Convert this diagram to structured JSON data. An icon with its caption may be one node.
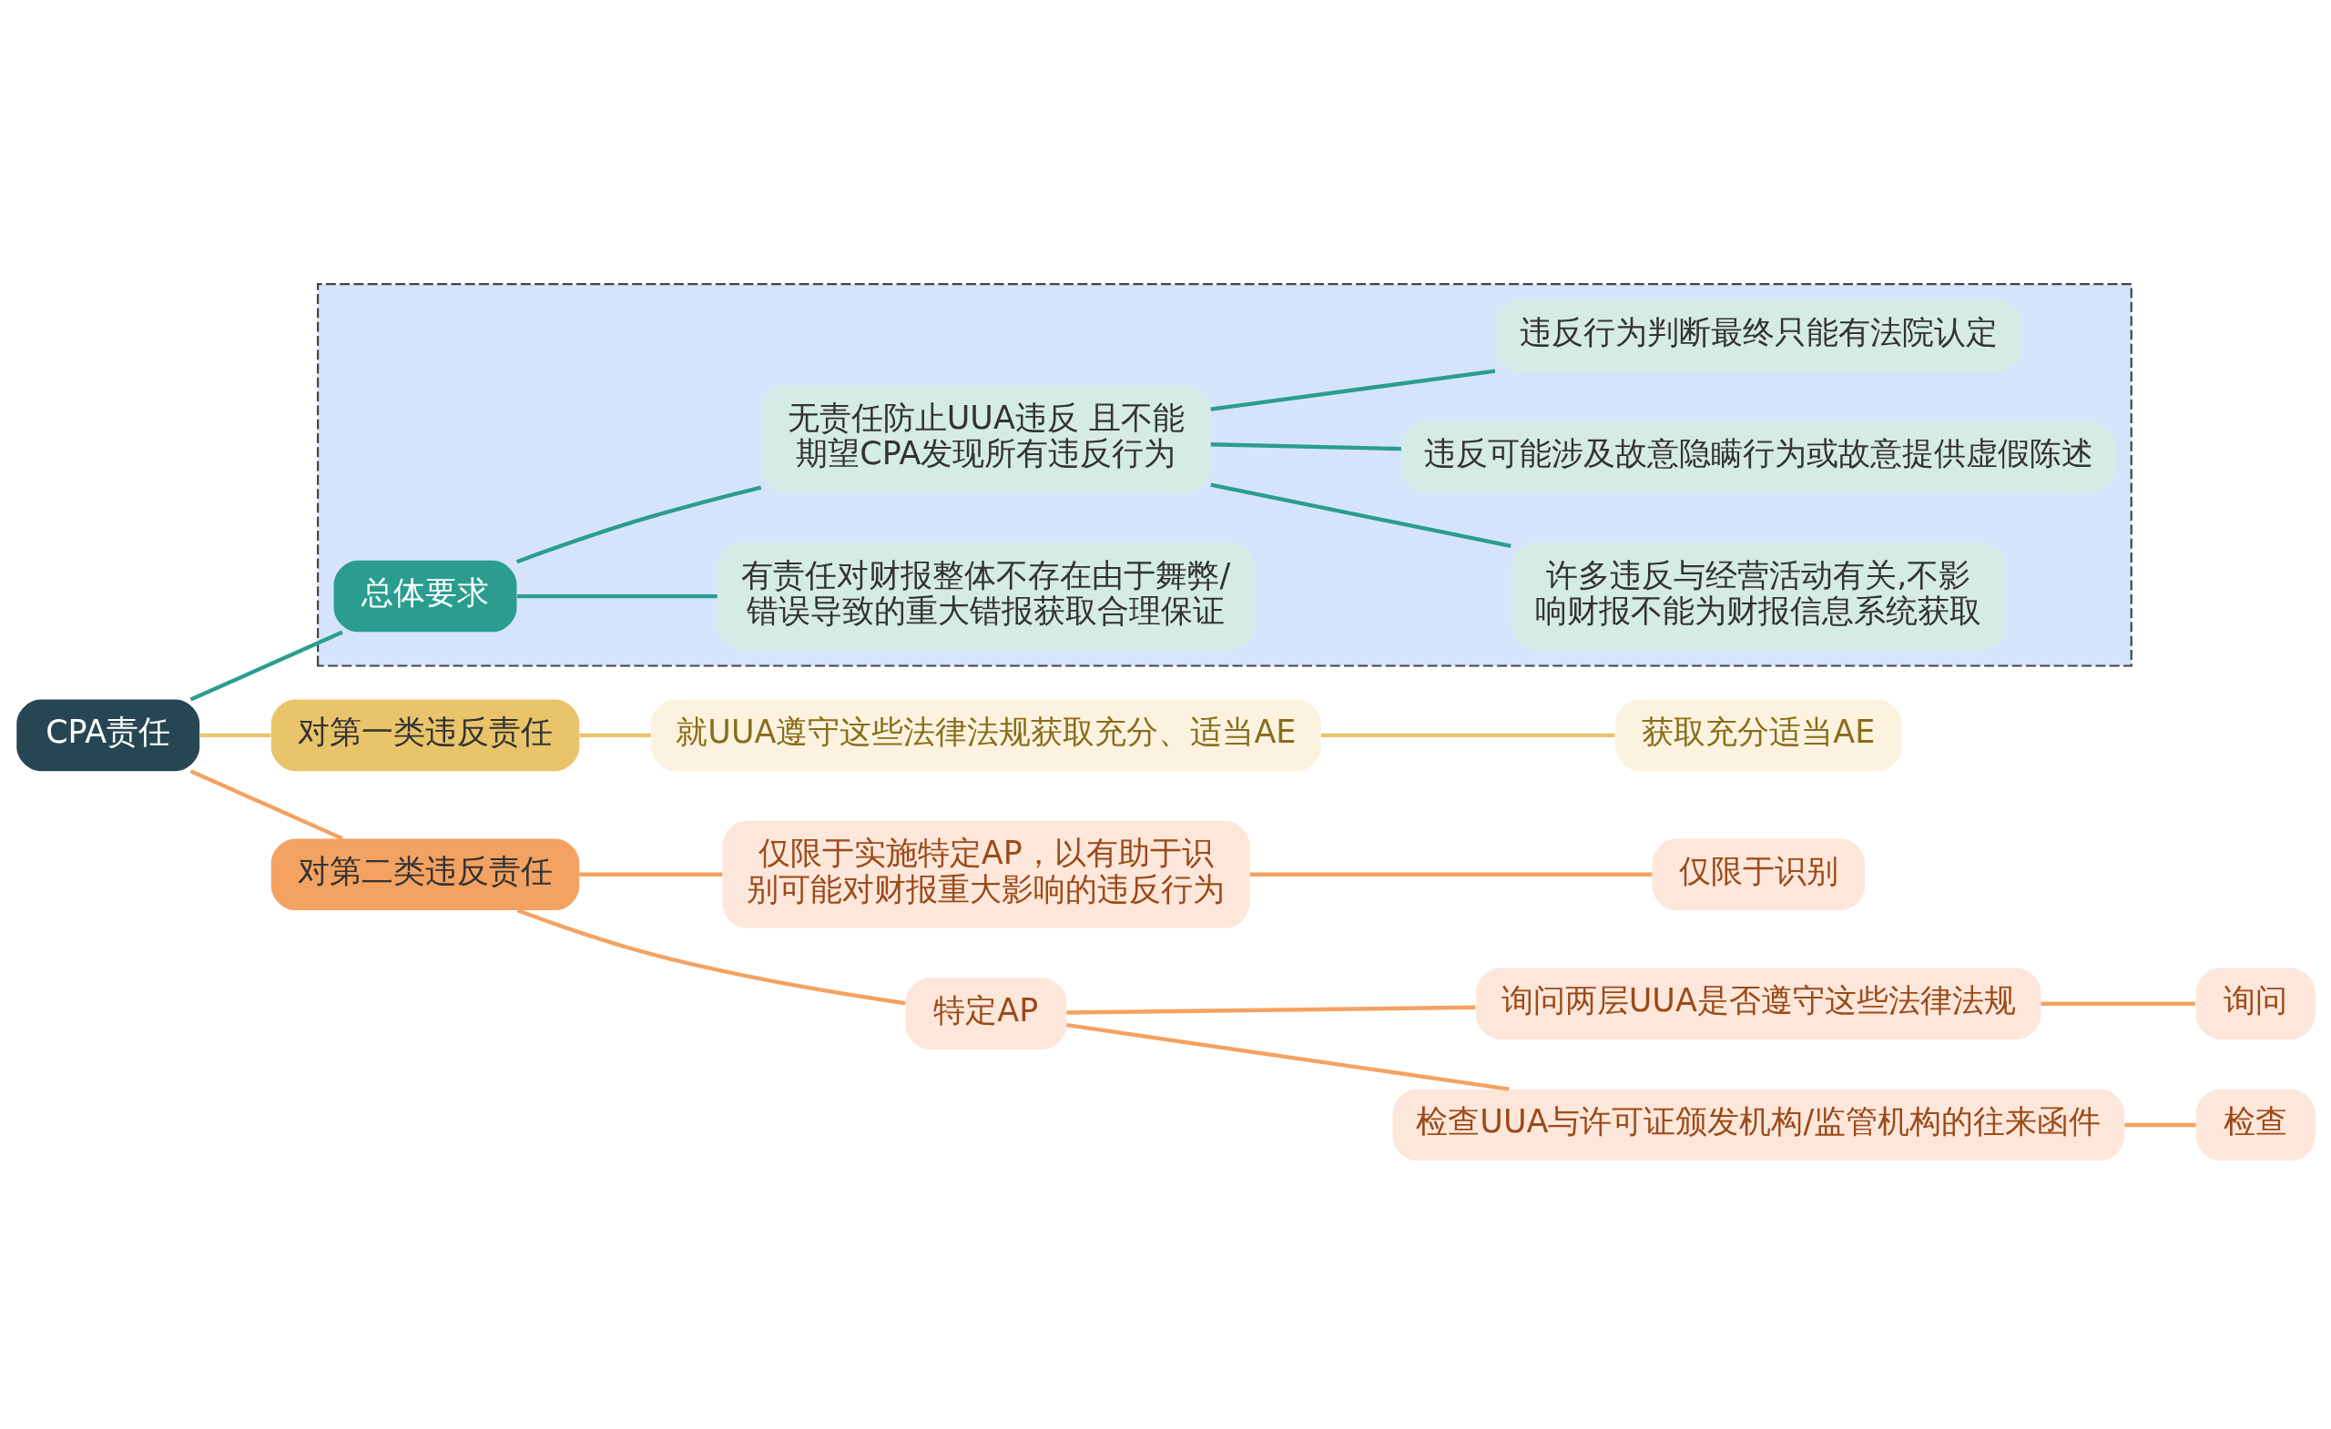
{
  "diagram": {
    "nodes": [
      {
        "text": [
          "CPA责任"
        ]
      },
      {
        "text": [],
        "shape": "box"
      },
      {
        "text": [
          "总体要求"
        ],
        "in": 1
      },
      {
        "text": [
          "有责任对财报整体不存在由于舞弊/错误导致的重大错报获取合理保证"
        ],
        "in": 1
      },
      {
        "text": [
          "无责任防止UUA违反 且不能期望CPA发现所有违反行为"
        ],
        "in": 1
      },
      {
        "text": [
          "许多违反与经营活动有关,不影响财报不能为财报信息系统获取"
        ],
        "in": 1
      },
      {
        "text": [
          "违反可能涉及故意隐瞒行为或故意提供虚假陈述"
        ],
        "in": 1
      },
      {
        "text": [
          "违反行为判断最终只能有法院认定"
        ],
        "in": 1
      },
      {
        "text": [
          "对第一类违反责任"
        ]
      },
      {
        "text": [
          "就UUA遵守这些法律法规获取充分、适当AE"
        ]
      },
      {
        "text": [
          "获取充分适当AE"
        ]
      },
      {
        "text": [
          "对第二类违反责任"
        ]
      },
      {
        "text": [
          "仅限于实施特定AP，以有助于识别可能对财报重大影响的违反行为"
        ]
      },
      {
        "text": [
          "仅限于识别"
        ]
      },
      {
        "text": [
          "特定AP"
        ]
      },
      {
        "text": [
          "询问两层UUA是否遵守这些法律法规"
        ]
      },
      {
        "text": [
          "询问"
        ]
      },
      {
        "text": [
          "检查UUA与许可证颁发机构/监管机构的往来函件"
        ]
      },
      {
        "text": [
          "检查"
        ]
      }
    ],
    "edges": [
      {
        "from": 0,
        "to": 2,
        "arrow": "none",
        "color": "#2a9d8f"
      },
      {
        "from": 2,
        "to": 3,
        "arrow": "none",
        "color": "#2a9d8f"
      },
      {
        "from": 2,
        "to": 4,
        "arrow": "none",
        "color": "#2a9d8f"
      },
      {
        "from": 4,
        "to": 5,
        "arrow": "none",
        "color": "#2a9d8f"
      },
      {
        "from": 4,
        "to": 6,
        "arrow": "none",
        "color": "#2a9d8f"
      },
      {
        "from": 4,
        "to": 7,
        "arrow": "none",
        "color": "#2a9d8f"
      },
      {
        "from": 0,
        "to": 8,
        "arrow": "none",
        "color": "#e9c46a"
      },
      {
        "from": 8,
        "to": 9,
        "arrow": "none",
        "color": "#e9c46a"
      },
      {
        "from": 9,
        "to": 10,
        "arrow": "none",
        "color": "#e9c46a"
      },
      {
        "from": 0,
        "to": 11,
        "arrow": "none"
      },
      {
        "from": 11,
        "to": 12,
        "arrow": "none"
      },
      {
        "from": 12,
        "to": 13,
        "arrow": "none"
      },
      {
        "from": 11,
        "to": 14,
        "arrow": "none"
      },
      {
        "from": 14,
        "to": 15,
        "arrow": "none"
      },
      {
        "from": 15,
        "to": 16,
        "arrow": "none"
      },
      {
        "from": 14,
        "to": 17,
        "arrow": "none"
      },
      {
        "from": 17,
        "to": 18,
        "arrow": "none"
      }
    ]
  }
}
